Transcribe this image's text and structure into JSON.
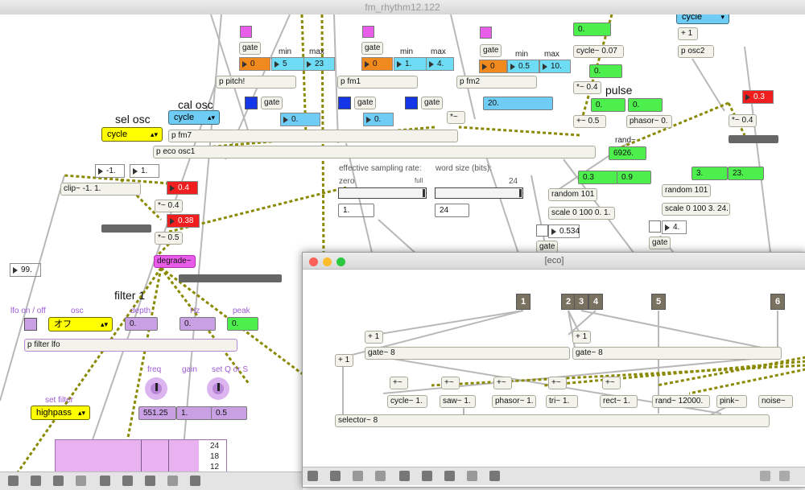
{
  "window": {
    "title": "fm_rhythm12.122"
  },
  "labels": {
    "sel_osc": "sel osc",
    "cal_osc": "cal osc",
    "pulse": "pulse",
    "rand": "rand~",
    "filter1": "filter 1",
    "min1": "min",
    "max1": "max",
    "min2": "min",
    "max2": "max",
    "min3": "min",
    "max3": "max",
    "eff_rate": "effective sampling rate:",
    "word_size": "word size (bits):",
    "zero": "zero",
    "full": "full",
    "bits24": "24",
    "lfo_onoff": "lfo on / off",
    "osc": "osc",
    "depth": "depth",
    "hz": "Hz",
    "peak": "peak",
    "freq": "freq",
    "gain": "gain",
    "setq": "set Q or S",
    "setfilter": "set filter"
  },
  "objects": {
    "gate1": "gate",
    "gate2": "gate",
    "gate3": "gate",
    "gate4": "gate",
    "gate5": "gate",
    "gate6": "gate",
    "gate7": "gate",
    "gate8": "gate",
    "p_pitch": "p pitch!",
    "p_fm1": "p fm1",
    "p_fm2": "p fm2",
    "p_fm7": "p fm7",
    "p_eco_osc1": "p eco osc1",
    "cycle007": "cycle~ 0.07",
    "mul04a": "*~ 0.4",
    "plus05": "+~ 0.5",
    "phasor": "phasor~ 0.",
    "plus1": "+ 1",
    "p_osc2": "p osc2",
    "mul04b": "*~ 0.4",
    "mul_star": "*~",
    "clip": "clip~ -1. 1.",
    "mul04c": "*~ 0.4",
    "mul05": "*~ 0.5",
    "degrade": "degrade~",
    "random101a": "random 101",
    "scale_a": "scale 0 100 0. 1.",
    "random101b": "random 101",
    "scale_b": "scale 0 100 3. 24.",
    "p_filter_lfo": "p filter lfo"
  },
  "numbers": {
    "n_pitch0": "0",
    "n_pitch_min": "5",
    "n_pitch_max": "23",
    "n_fm1_0": "0",
    "n_fm1_min": "1.",
    "n_fm1_max": "4.",
    "n_fm2_0": "0",
    "n_fm2_min": "0.5",
    "n_fm2_max": "10.",
    "n_blue1": "0.",
    "n_blue2": "0.",
    "n_blue3": "20.",
    "n_green_top": "0.",
    "n_green2": "0.",
    "n_pulse1": "0.",
    "n_pulse2": "0.",
    "n_rand": "6926.",
    "n_red1": "0.3",
    "n_red2": "0.4",
    "n_red3": "0.38",
    "n_m1": "-1.",
    "n_m2": "1.",
    "n_99": "99.",
    "n_rate": "1.",
    "n_bits": "24",
    "n_g03": "0.3",
    "n_g09": "0.9",
    "n_0534": "0.534",
    "n_g3": "3.",
    "n_g23": "23.",
    "n_4": "4.",
    "n_depth": "0.",
    "n_hz": "0.",
    "n_peak": "0.",
    "n_freq": "551.25",
    "n_gain": "1.",
    "n_q": "0.5"
  },
  "menus": {
    "sel_osc": "cycle",
    "cal_osc": "cycle",
    "top_right": "cycle",
    "lfo_osc": "オフ",
    "filter_type": "highpass"
  },
  "multislider": {
    "ticks": [
      "24",
      "18",
      "12"
    ]
  },
  "eco_window": {
    "title": "[eco]",
    "inlets": [
      "1",
      "2",
      "3",
      "4",
      "5",
      "6"
    ],
    "objects": {
      "plus1a": "+ 1",
      "plus1b": "+ 1",
      "plus1c": "+ 1",
      "gate8a": "gate~ 8",
      "gate8b": "gate~ 8",
      "cycle": "cycle~ 1.",
      "saw": "saw~ 1.",
      "phasor": "phasor~ 1.",
      "tri": "tri~ 1.",
      "rect": "rect~ 1.",
      "rand": "rand~ 12000.",
      "pink": "pink~",
      "noise": "noise~",
      "selector": "selector~ 8"
    }
  },
  "colors": {
    "green": "#4cef4c",
    "cyan": "#6fdcf5",
    "orange": "#f08a1e",
    "red": "#f01e1e",
    "blue_toggle": "#1436e6",
    "magenta": "#e95ce9",
    "yellow": "#ffff00",
    "purple": "#c9a0e3"
  }
}
